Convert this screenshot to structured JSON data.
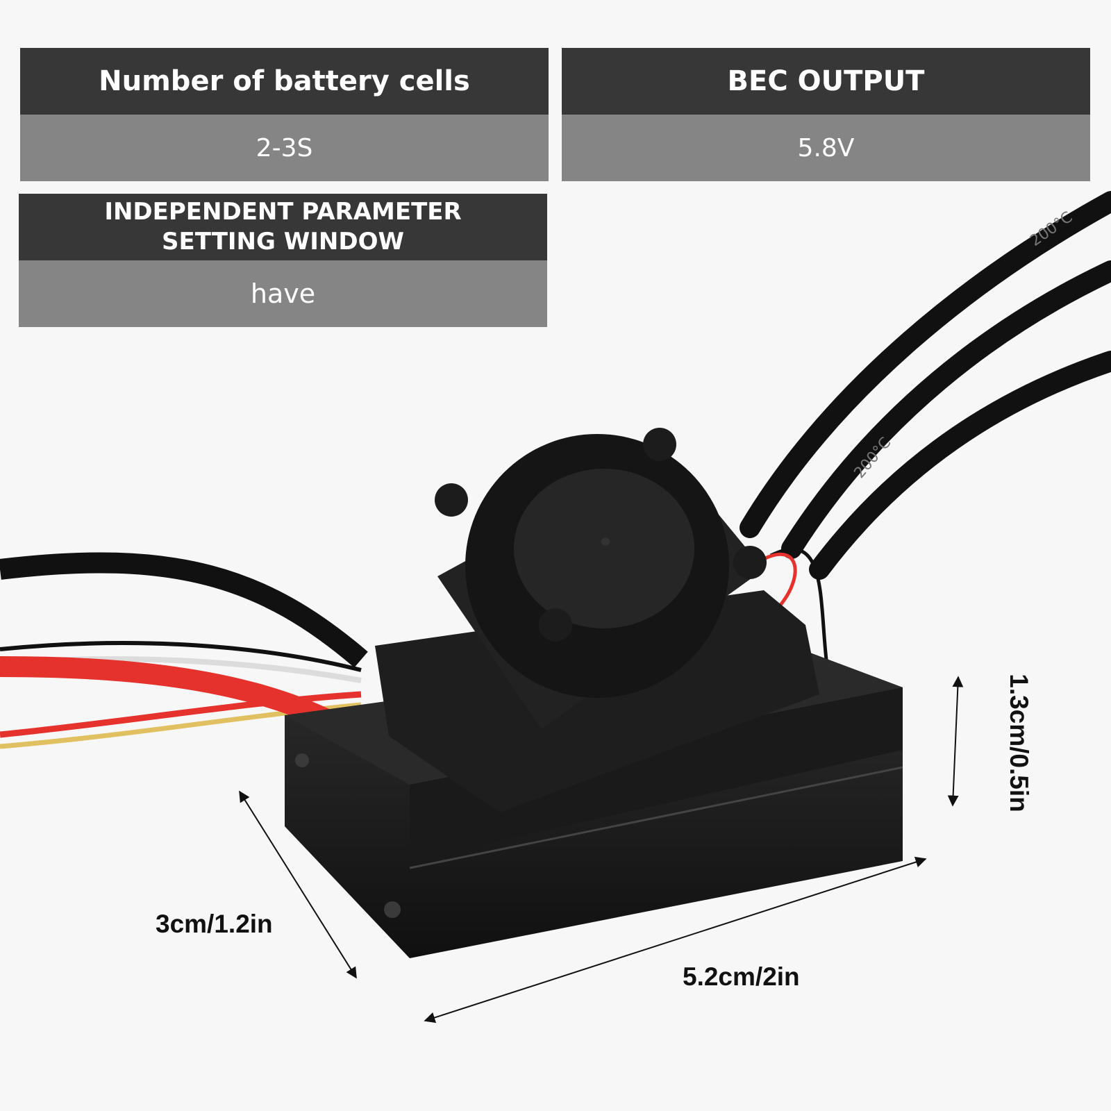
{
  "specs": {
    "cells": {
      "label": "Number of battery cells",
      "value": "2-3S"
    },
    "bec": {
      "label": "BEC OUTPUT",
      "value": "5.8V"
    },
    "parameter_window": {
      "label": "INDEPENDENT PARAMETER SETTING WINDOW",
      "value": "have"
    }
  },
  "dimensions": {
    "depth": "3cm/1.2in",
    "width": "5.2cm/2in",
    "height": "1.3cm/0.5in"
  },
  "product": {
    "wire_marking": "200°C"
  },
  "colors": {
    "header_bg": "#373737",
    "value_bg": "#858585",
    "background": "#f7f7f7",
    "body": "#1c1c1c",
    "wire_red": "#e5322c"
  }
}
